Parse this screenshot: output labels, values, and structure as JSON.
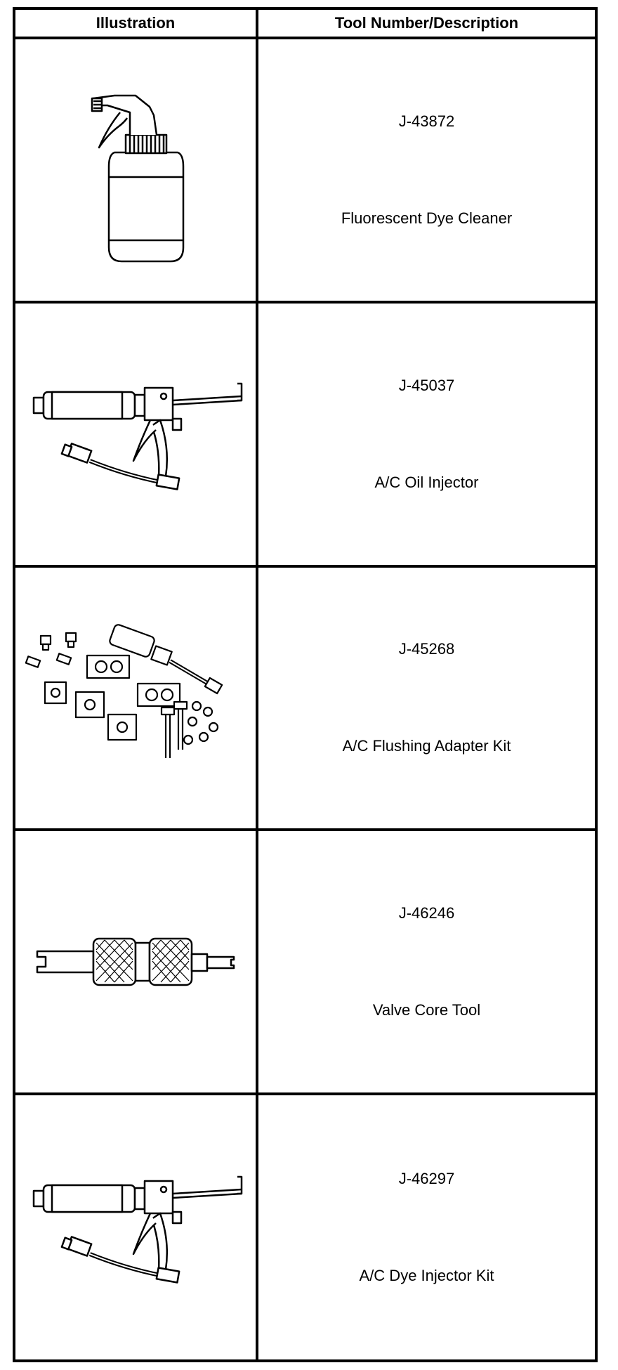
{
  "table": {
    "headers": {
      "illustration": "Illustration",
      "description": "Tool Number/Description"
    },
    "rows": [
      {
        "number": "J-43872",
        "description": "Fluorescent Dye Cleaner",
        "icon": "spray-bottle-icon"
      },
      {
        "number": "J-45037",
        "description": "A/C Oil Injector",
        "icon": "oil-injector-gun-icon"
      },
      {
        "number": "J-45268",
        "description": "A/C Flushing Adapter Kit",
        "icon": "flushing-adapter-kit-icon"
      },
      {
        "number": "J-46246",
        "description": "Valve Core Tool",
        "icon": "valve-core-tool-icon"
      },
      {
        "number": "J-46297",
        "description": "A/C Dye Injector Kit",
        "icon": "dye-injector-gun-icon"
      }
    ]
  }
}
